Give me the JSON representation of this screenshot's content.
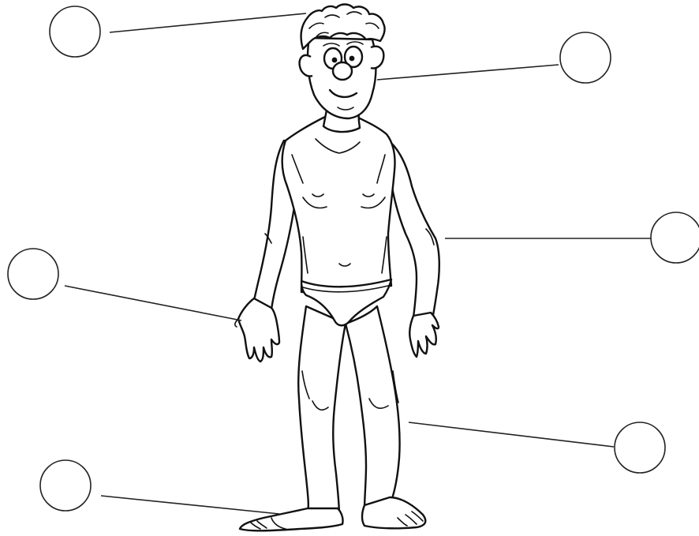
{
  "diagram": {
    "kind": "unlabeled body-parts worksheet",
    "figure": "cartoon-boy-in-underwear",
    "label_circles": [
      {
        "id": "hair",
        "label": "",
        "points_to": "hair"
      },
      {
        "id": "ear",
        "label": "",
        "points_to": "ear"
      },
      {
        "id": "arm",
        "label": "",
        "points_to": "arm"
      },
      {
        "id": "hand",
        "label": "",
        "points_to": "hand"
      },
      {
        "id": "leg",
        "label": "",
        "points_to": "leg"
      },
      {
        "id": "foot",
        "label": "",
        "points_to": "foot"
      }
    ],
    "colors": {
      "ink": "#111111",
      "line": "#222222",
      "background": "#ffffff"
    }
  }
}
